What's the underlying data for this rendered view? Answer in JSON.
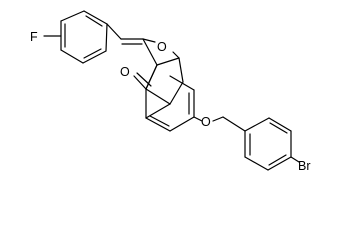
{
  "structure": {
    "atoms": {
      "fluorine": "F",
      "ring_oxygen": "O",
      "carbonyl_oxygen": "O",
      "ether_oxygen": "O",
      "bromine": "Br"
    },
    "colors": {
      "bond": "#000000",
      "label": "#000000",
      "background": "#ffffff"
    }
  }
}
